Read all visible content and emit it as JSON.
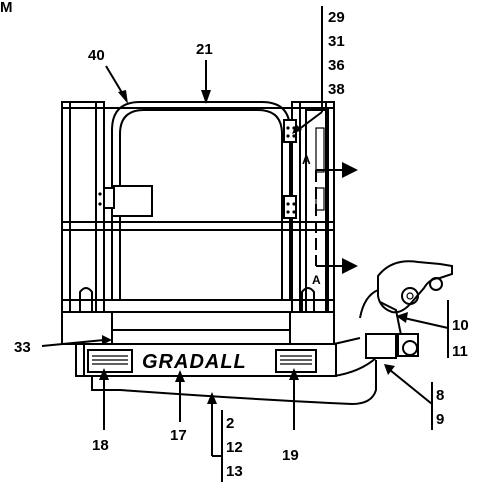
{
  "figure": {
    "corner_label": "M",
    "brand": "GRADALL",
    "section_marker": "A",
    "callouts": [
      "2",
      "8",
      "9",
      "10",
      "11",
      "12",
      "13",
      "17",
      "18",
      "19",
      "21",
      "29",
      "31",
      "33",
      "36",
      "38",
      "40"
    ]
  }
}
